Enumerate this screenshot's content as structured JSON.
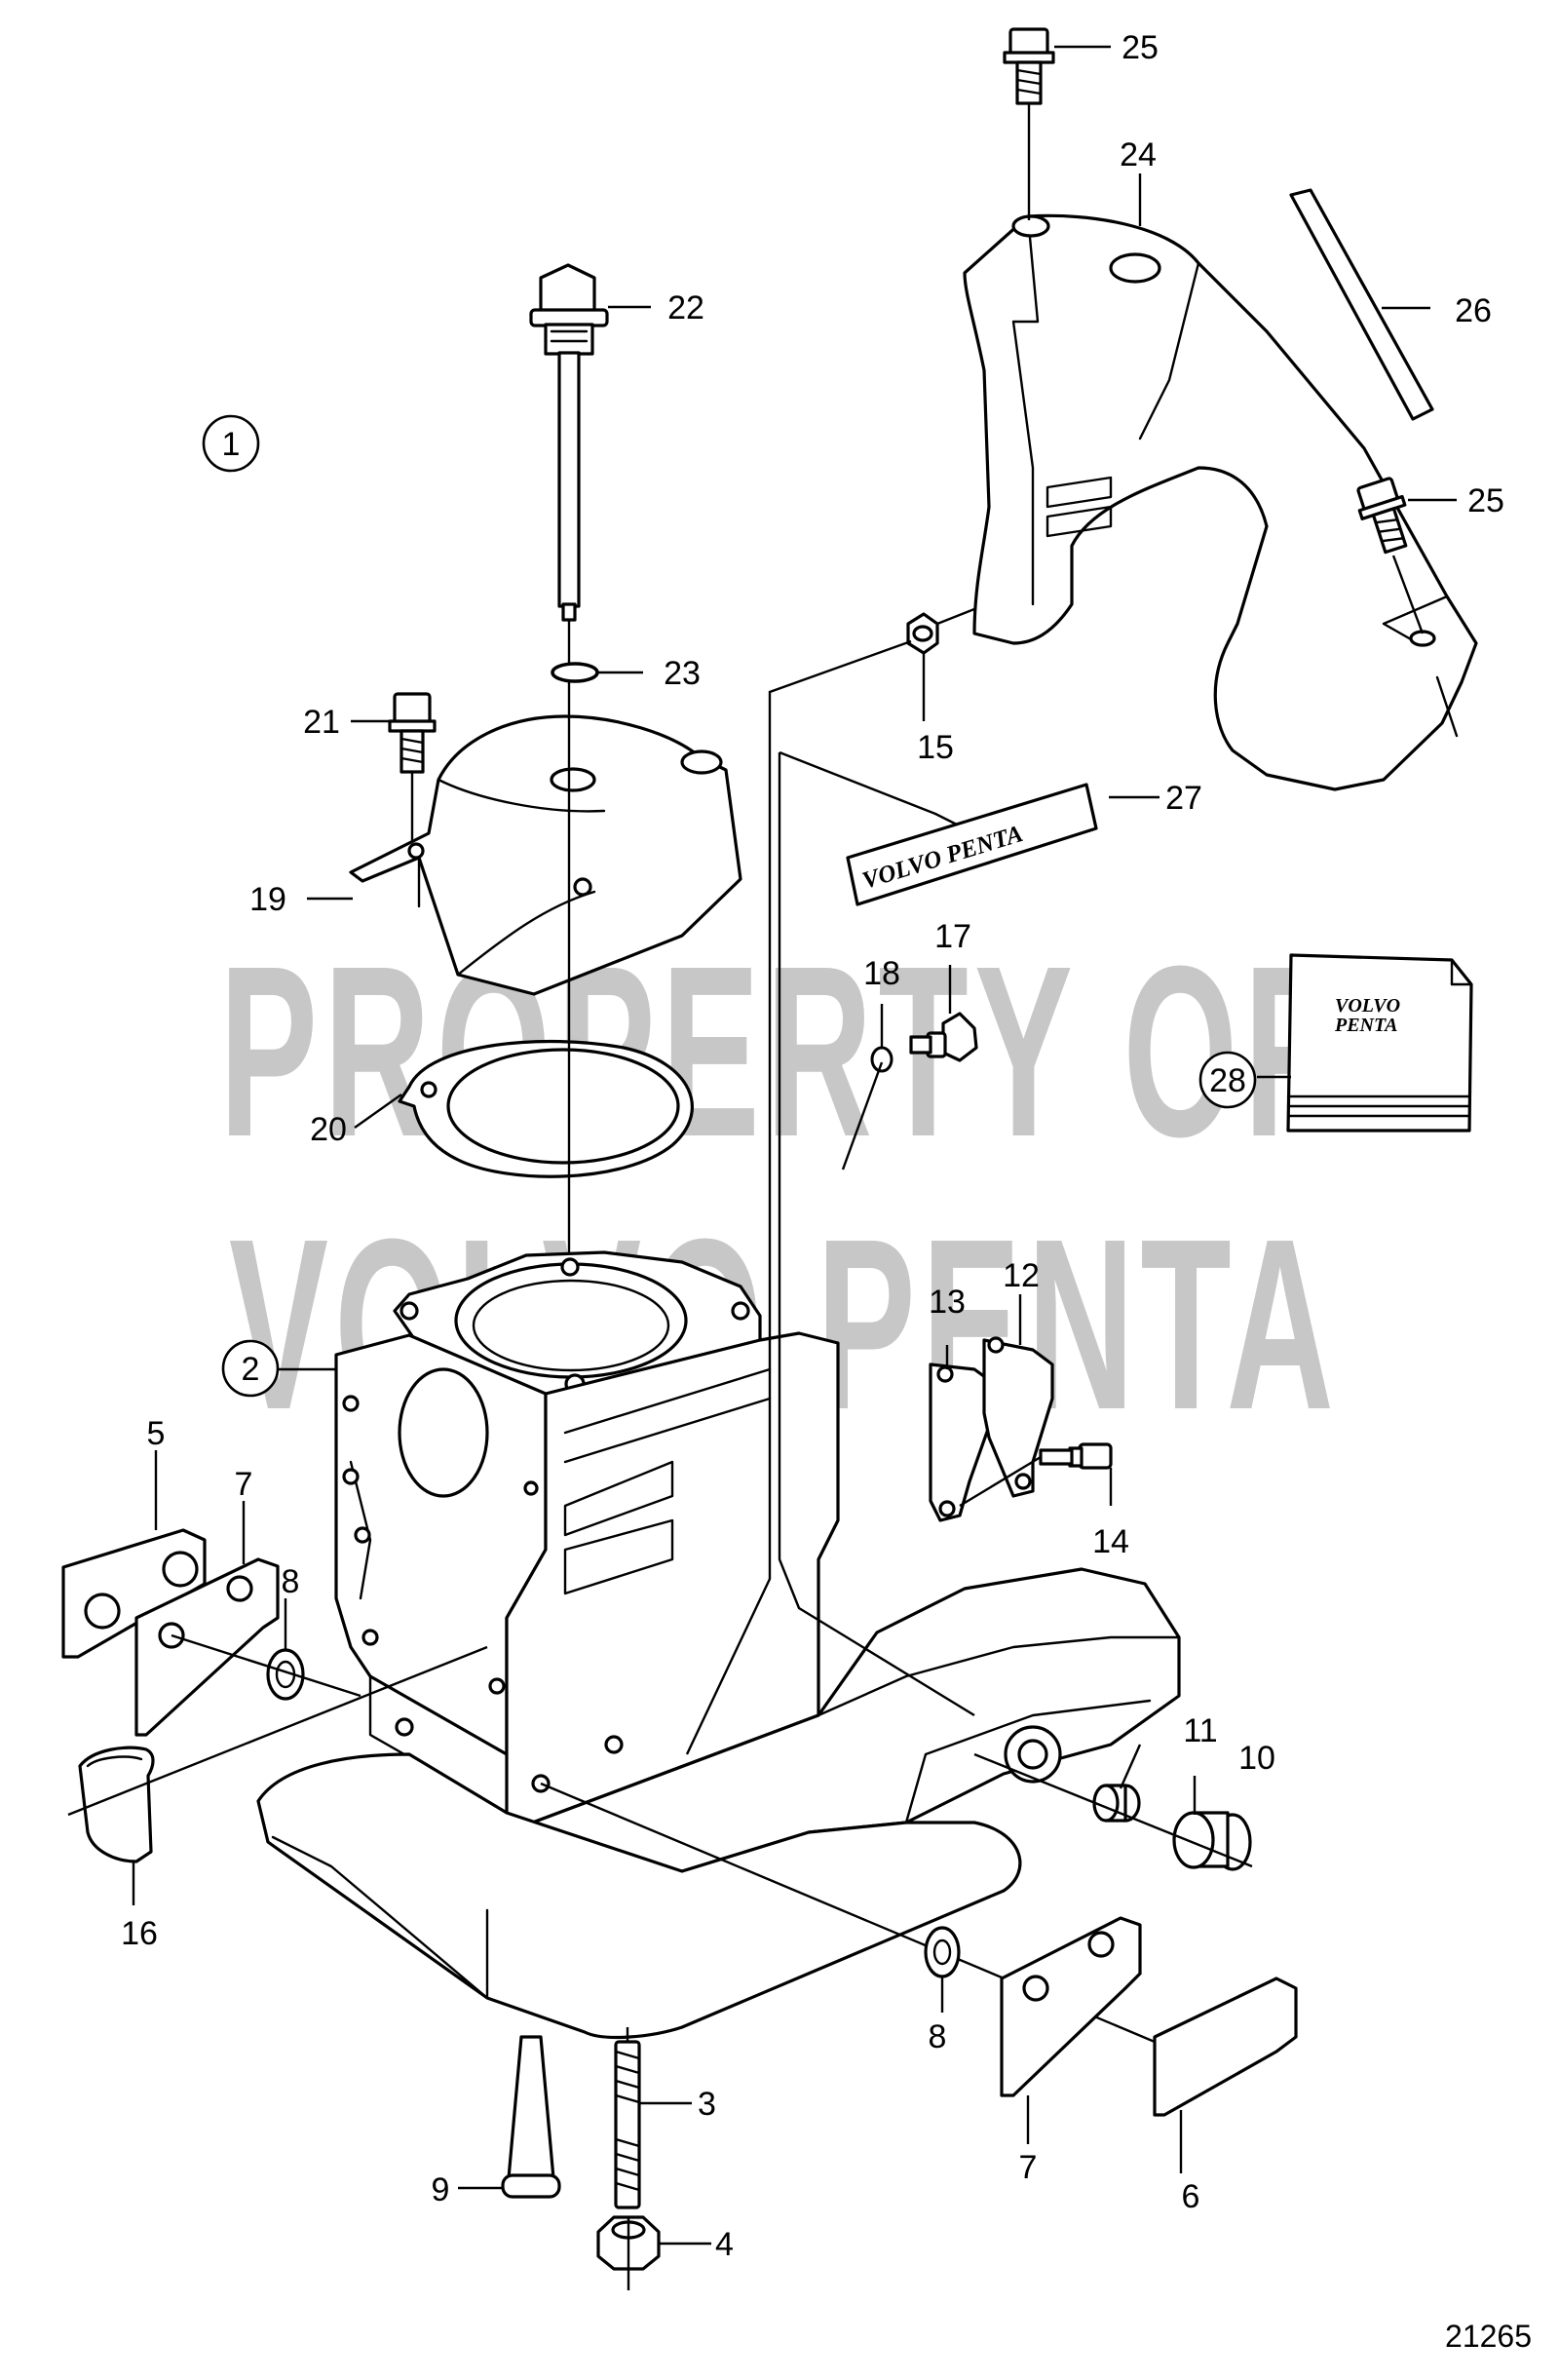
{
  "watermark": {
    "line1": "PROPERTY OF",
    "line2": "VOLVO PENTA",
    "color": "#9a9a9a"
  },
  "figure_number": "21265",
  "decal_text": "VOLVO PENTA",
  "manual_text": {
    "line1": "VOLVO",
    "line2": "PENTA"
  },
  "callouts": [
    {
      "id": "c1",
      "label": "1",
      "style": "circle"
    },
    {
      "id": "c2",
      "label": "2",
      "style": "circle"
    },
    {
      "id": "c3",
      "label": "3",
      "style": "plain"
    },
    {
      "id": "c4",
      "label": "4",
      "style": "plain"
    },
    {
      "id": "c5",
      "label": "5",
      "style": "plain"
    },
    {
      "id": "c6",
      "label": "6",
      "style": "plain"
    },
    {
      "id": "c7a",
      "label": "7",
      "style": "plain"
    },
    {
      "id": "c7b",
      "label": "7",
      "style": "plain"
    },
    {
      "id": "c8a",
      "label": "8",
      "style": "plain"
    },
    {
      "id": "c8b",
      "label": "8",
      "style": "plain"
    },
    {
      "id": "c9",
      "label": "9",
      "style": "plain"
    },
    {
      "id": "c10",
      "label": "10",
      "style": "plain"
    },
    {
      "id": "c11",
      "label": "11",
      "style": "plain"
    },
    {
      "id": "c12",
      "label": "12",
      "style": "plain"
    },
    {
      "id": "c13",
      "label": "13",
      "style": "plain"
    },
    {
      "id": "c14",
      "label": "14",
      "style": "plain"
    },
    {
      "id": "c15",
      "label": "15",
      "style": "plain"
    },
    {
      "id": "c16",
      "label": "16",
      "style": "plain"
    },
    {
      "id": "c17",
      "label": "17",
      "style": "plain"
    },
    {
      "id": "c18",
      "label": "18",
      "style": "plain"
    },
    {
      "id": "c19",
      "label": "19",
      "style": "plain"
    },
    {
      "id": "c20",
      "label": "20",
      "style": "plain"
    },
    {
      "id": "c21",
      "label": "21",
      "style": "plain"
    },
    {
      "id": "c22",
      "label": "22",
      "style": "plain"
    },
    {
      "id": "c23",
      "label": "23",
      "style": "plain"
    },
    {
      "id": "c24",
      "label": "24",
      "style": "plain"
    },
    {
      "id": "c25a",
      "label": "25",
      "style": "plain"
    },
    {
      "id": "c25b",
      "label": "25",
      "style": "plain"
    },
    {
      "id": "c26",
      "label": "26",
      "style": "plain"
    },
    {
      "id": "c27",
      "label": "27",
      "style": "plain"
    },
    {
      "id": "c28",
      "label": "28",
      "style": "circle"
    }
  ]
}
